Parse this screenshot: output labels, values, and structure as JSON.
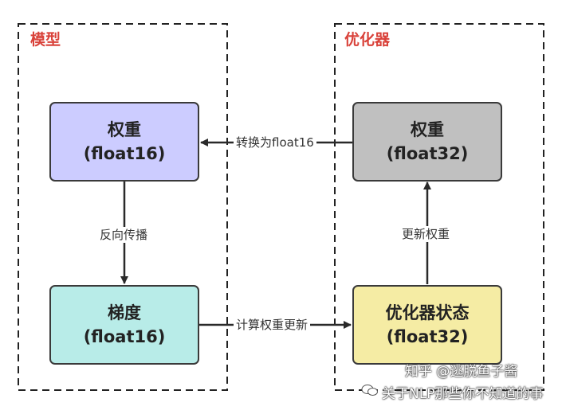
{
  "groups": {
    "model": "模型",
    "optimizer": "优化器"
  },
  "nodes": {
    "model_weights": {
      "title": "权重",
      "dtype": "(float16)",
      "fill": "#ccccff"
    },
    "model_grads": {
      "title": "梯度",
      "dtype": "(float16)",
      "fill": "#b8ece8"
    },
    "opt_weights": {
      "title": "权重",
      "dtype": "(float32)",
      "fill": "#c0c0c0"
    },
    "opt_state": {
      "title": "优化器状态",
      "dtype": "(float32)",
      "fill": "#f5eca4"
    }
  },
  "edges": {
    "convert": "转换为float16",
    "backprop": "反向传播",
    "compute_update": "计算权重更新",
    "update_weights": "更新权重"
  },
  "watermark": {
    "zhihu": "知乎 @逃脱鱼子酱",
    "wechat": "关于NLP那些你不知道的事"
  },
  "colors": {
    "group_label": "#d9423a",
    "border": "#3a3a3a"
  }
}
